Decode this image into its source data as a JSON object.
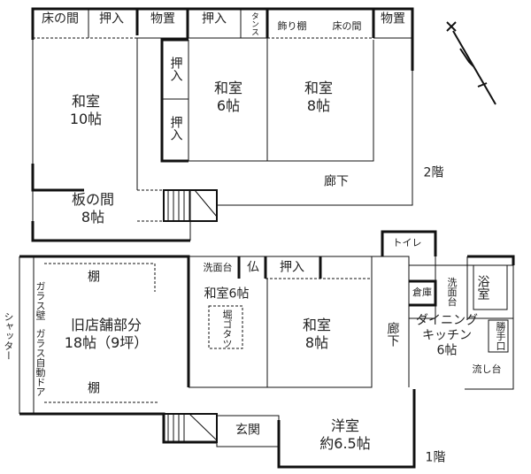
{
  "floor2": {
    "floor_label": "2階",
    "rooms": {
      "tokonoma1": "床の間",
      "oshiire1": "押入",
      "monooki1": "物置",
      "oshiire2": "押入",
      "tansu": "タンス",
      "kazaridana": "飾り棚",
      "tokonoma2": "床の間",
      "monooki2": "物置",
      "oshiire3": "押入",
      "oshiire4": "押入",
      "washitsu10": "和室\n10帖",
      "washitsu6": "和室\n6帖",
      "washitsu8": "和室\n8帖",
      "rouka": "廊下",
      "itanoma": "板の間\n8帖"
    }
  },
  "floor1": {
    "floor_label": "1階",
    "rooms": {
      "shutter": "シャッター",
      "glass_wall": "ガラス壁",
      "glass_door": "ガラス自動ドア",
      "tana1": "棚",
      "tana2": "棚",
      "store": "旧店舗部分\n18帖（9坪）",
      "senmendai1": "洗面台",
      "butsudan": "仏",
      "oshiire": "押入",
      "washitsu6": "和室6帖",
      "horigotatsu": "堀ゴタツ",
      "washitsu8": "和室\n8帖",
      "rouka": "廊下",
      "toilet": "トイレ",
      "senmendai2": "洗面台",
      "yokushitsu": "浴室",
      "souko": "倉庫",
      "dk": "ダイニング\nキッチン\n6帖",
      "katteguchi": "勝手口",
      "nagashidai": "流し台",
      "genkan": "玄関",
      "youshitsu": "洋室\n約6.5帖"
    }
  },
  "compass": {
    "label": "N"
  }
}
